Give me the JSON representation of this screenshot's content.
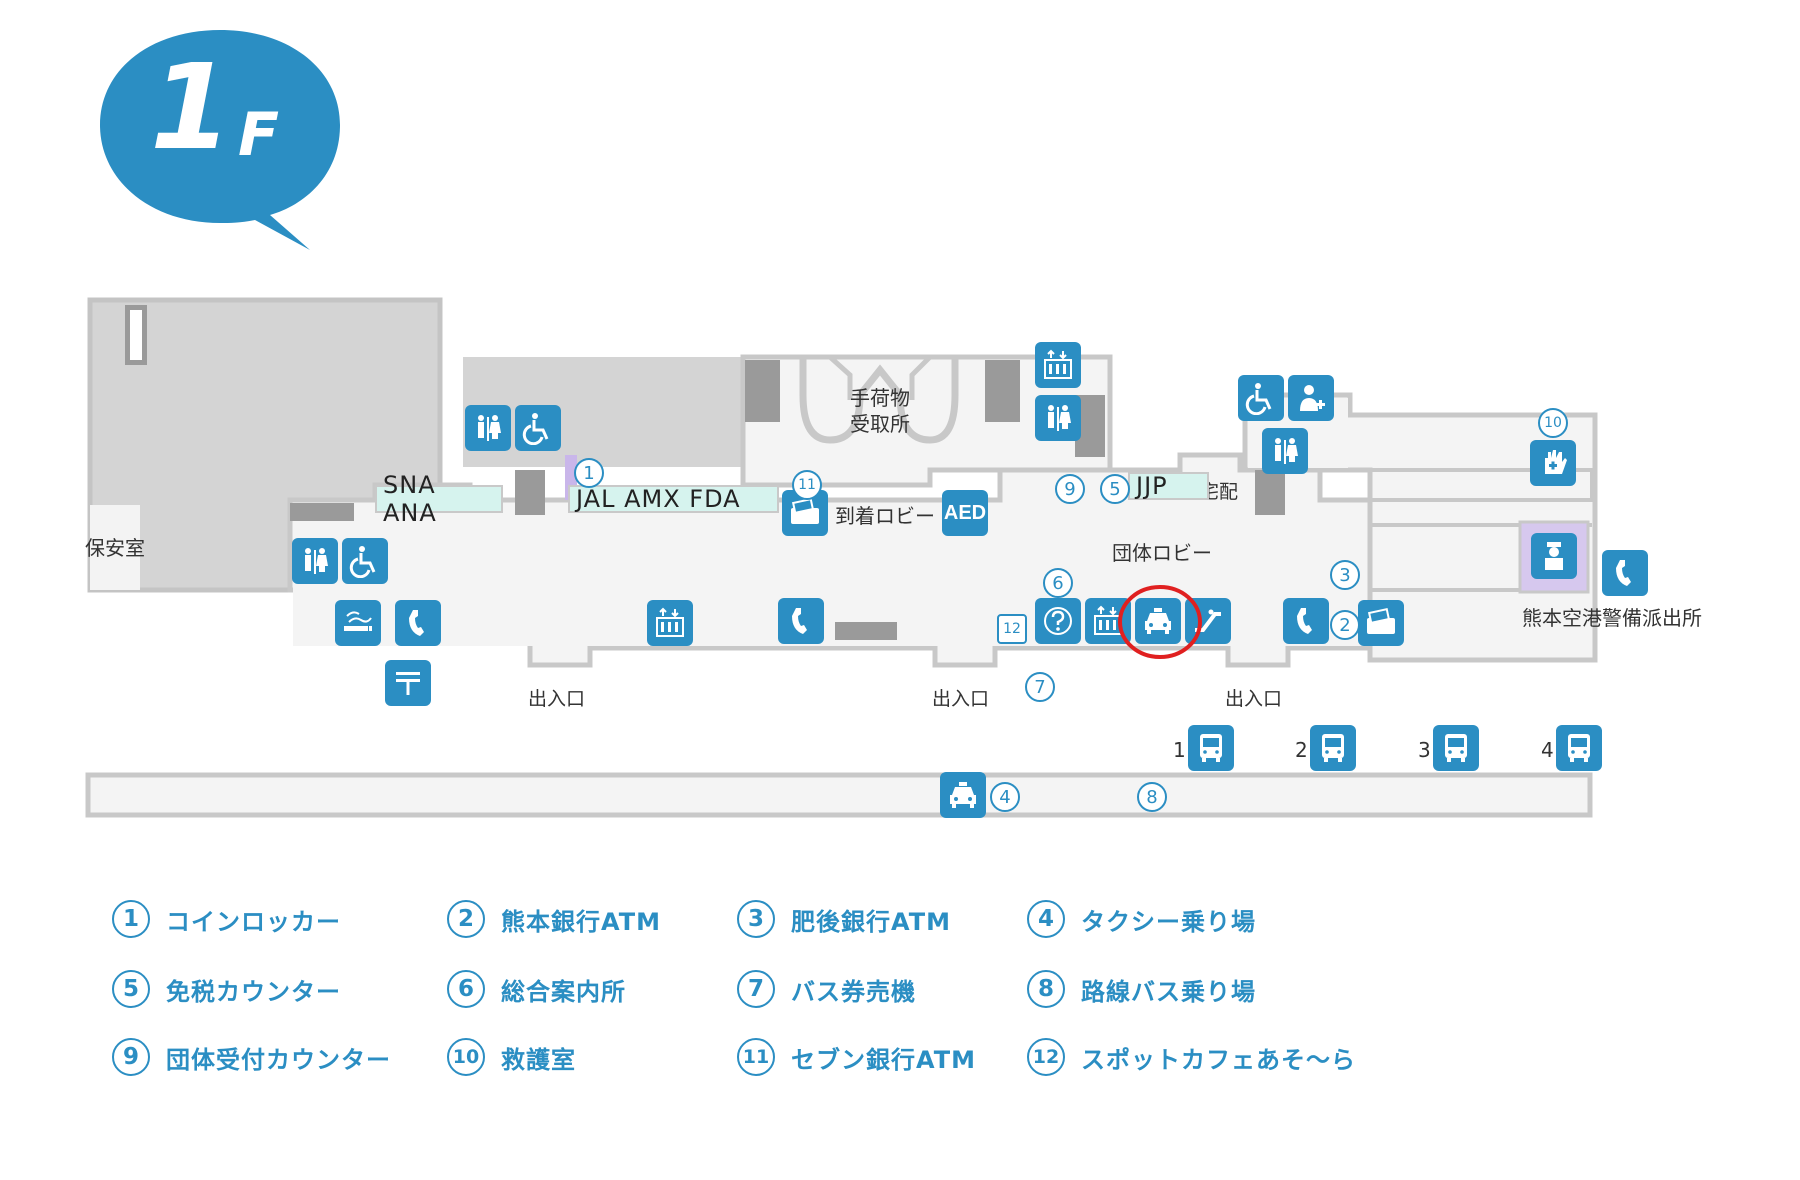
{
  "floor": {
    "number": "1",
    "suffix": "F"
  },
  "labels": {
    "security_room": "保安室",
    "baggage_claim_line1": "手荷物",
    "baggage_claim_line2": "受取所",
    "arrival_lobby": "到着ロビー",
    "group_lobby": "団体ロビー",
    "police_box": "熊本空港警備派出所",
    "entrance_1": "出入口",
    "entrance_2": "出入口",
    "entrance_3": "出入口",
    "delivery": "宅配",
    "aed": "AED"
  },
  "counters": {
    "sna_ana": "SNA ANA",
    "jal_amx_fda": "JAL AMX FDA",
    "jjp": "JJP"
  },
  "bus_stops": [
    "1",
    "2",
    "3",
    "4"
  ],
  "markers": [
    "1",
    "2",
    "3",
    "4",
    "5",
    "6",
    "7",
    "8",
    "9",
    "10",
    "11",
    "12"
  ],
  "icons": [
    "restroom-icon",
    "wheelchair-icon",
    "smoking-icon",
    "phone-icon",
    "post-office-icon",
    "elevator-icon",
    "atm-card-icon",
    "aed-icon",
    "information-icon",
    "taxi-icon",
    "bus-icon",
    "first-aid-icon",
    "nursing-icon",
    "police-icon",
    "escalator-icon"
  ],
  "highlight": {
    "target": "taxi-icon",
    "color": "#e02020"
  },
  "colors": {
    "accent": "#2b8ec3",
    "floor": "#f3f3f3",
    "wall": "#c8c8c8",
    "counter": "#d6f3ee"
  },
  "legend": [
    {
      "num": "1",
      "text": "コインロッカー"
    },
    {
      "num": "2",
      "text": "熊本銀行ATM"
    },
    {
      "num": "3",
      "text": "肥後銀行ATM"
    },
    {
      "num": "4",
      "text": "タクシー乗り場"
    },
    {
      "num": "5",
      "text": "免税カウンター"
    },
    {
      "num": "6",
      "text": "総合案内所"
    },
    {
      "num": "7",
      "text": "バス券売機"
    },
    {
      "num": "8",
      "text": "路線バス乗り場"
    },
    {
      "num": "9",
      "text": "団体受付カウンター"
    },
    {
      "num": "10",
      "text": "救護室"
    },
    {
      "num": "11",
      "text": "セブン銀行ATM"
    },
    {
      "num": "12",
      "text": "スポットカフェあそ〜ら"
    }
  ]
}
